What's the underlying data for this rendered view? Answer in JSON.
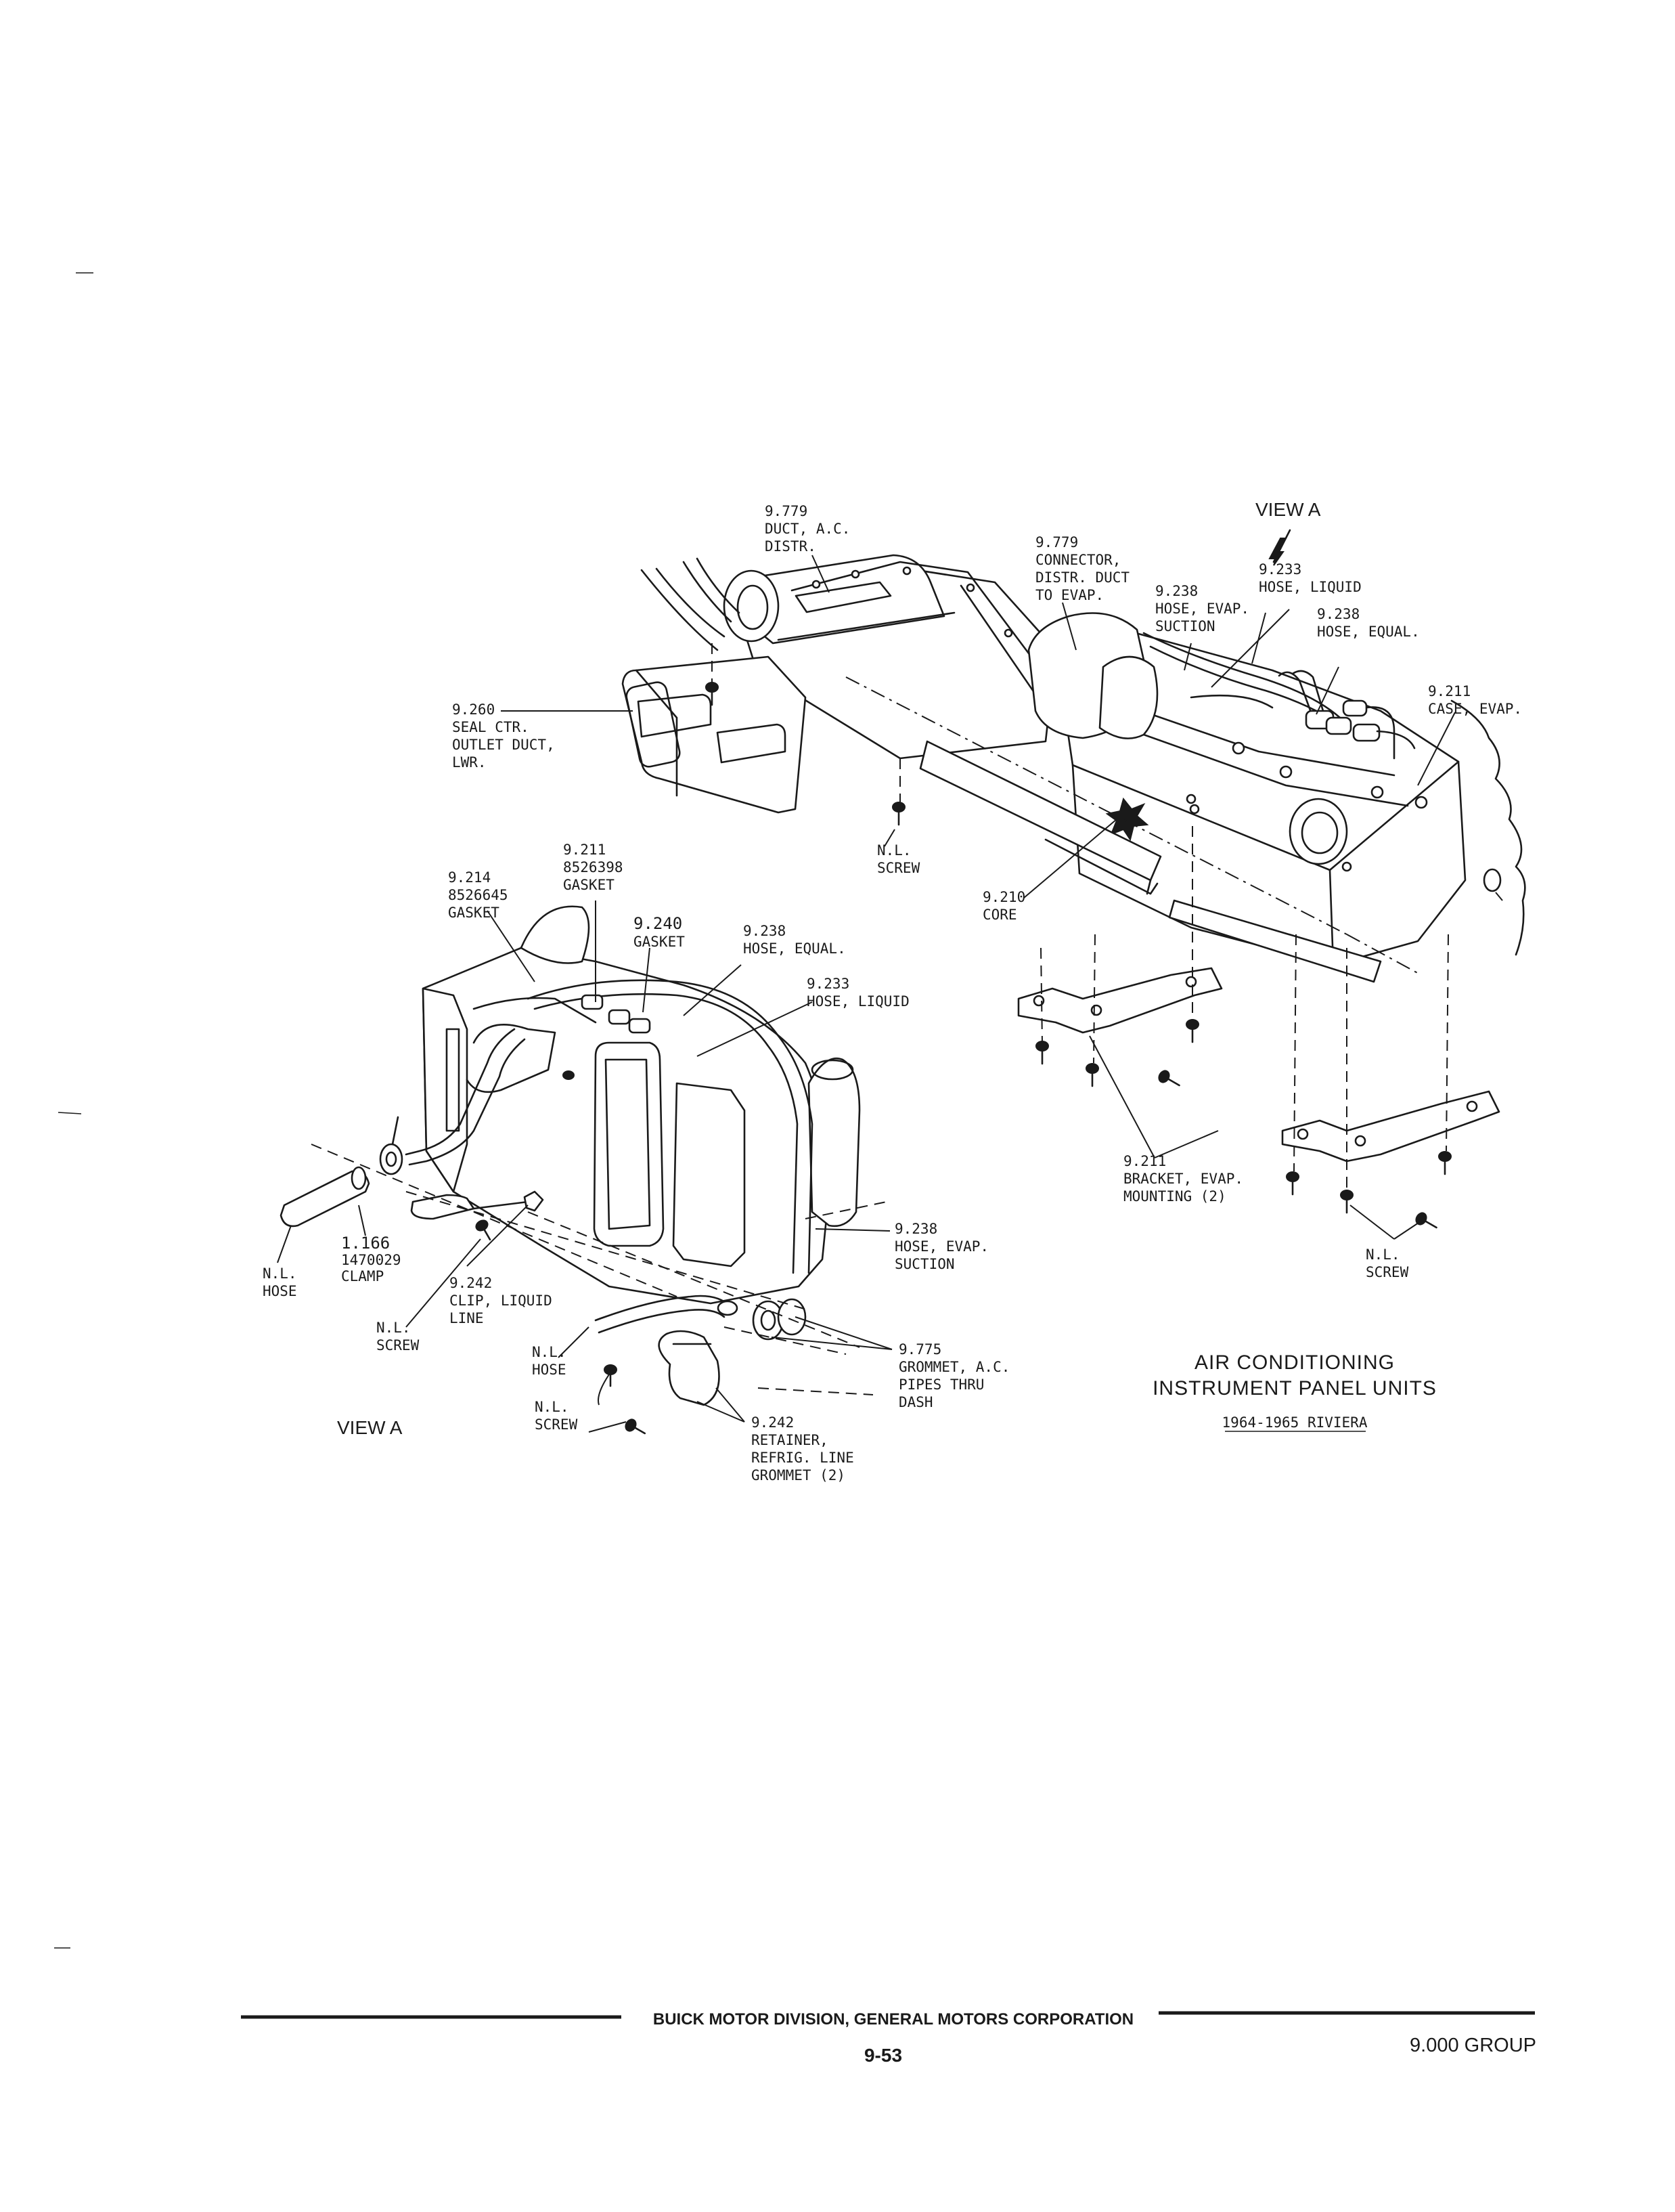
{
  "callouts": {
    "duct_distr": [
      "9.779",
      "DUCT, A.C.",
      "DISTR."
    ],
    "connector": [
      "9.779",
      "CONNECTOR,",
      "DISTR. DUCT",
      "TO EVAP."
    ],
    "hose_evap_suction_top": [
      "9.238",
      "HOSE, EVAP.",
      "SUCTION"
    ],
    "hose_liquid_top": [
      "9.233",
      "HOSE, LIQUID"
    ],
    "hose_equal_top": [
      "9.238",
      "HOSE, EQUAL."
    ],
    "case_evap": [
      "9.211",
      "CASE, EVAP."
    ],
    "seal_ctr": [
      "9.260",
      "SEAL CTR.",
      "OUTLET DUCT,",
      "LWR."
    ],
    "nl_screw_top": [
      "N.L.",
      "SCREW"
    ],
    "core": [
      "9.210",
      "CORE"
    ],
    "bracket_evap": [
      "9.211",
      "BRACKET, EVAP.",
      "MOUNTING (2)"
    ],
    "nl_screw_right": [
      "N.L.",
      "SCREW"
    ],
    "gasket_9214": [
      "9.214",
      "8526645",
      "GASKET"
    ],
    "gasket_9211": [
      "9.211",
      "8526398",
      "GASKET"
    ],
    "gasket_9240": [
      "9.240",
      "GASKET"
    ],
    "hose_equal_view": [
      "9.238",
      "HOSE, EQUAL."
    ],
    "hose_liquid_view": [
      "9.233",
      "HOSE, LIQUID"
    ],
    "hose_evap_suction_view": [
      "9.238",
      "HOSE, EVAP.",
      "SUCTION"
    ],
    "clamp": [
      "1.166",
      "1470029",
      "CLAMP"
    ],
    "nl_hose_left": [
      "N.L.",
      "HOSE"
    ],
    "clip_liquid": [
      "9.242",
      "CLIP, LIQUID",
      "LINE"
    ],
    "nl_screw_left": [
      "N.L.",
      "SCREW"
    ],
    "nl_hose_mid": [
      "N.L.",
      "HOSE"
    ],
    "nl_screw_mid": [
      "N.L.",
      "SCREW"
    ],
    "grommet": [
      "9.775",
      "GROMMET, A.C.",
      "PIPES THRU",
      "DASH"
    ],
    "retainer": [
      "9.242",
      "RETAINER,",
      "REFRIG. LINE",
      "GROMMET (2)"
    ]
  },
  "view_a_top": "VIEW A",
  "view_a_bottom": "VIEW A",
  "title": {
    "line1": "AIR CONDITIONING",
    "line2": "INSTRUMENT PANEL UNITS",
    "line3": "1964-1965 RIVIERA"
  },
  "footer": {
    "corporation": "BUICK MOTOR DIVISION, GENERAL MOTORS CORPORATION",
    "page": "9-53",
    "group": "9.000 GROUP"
  }
}
